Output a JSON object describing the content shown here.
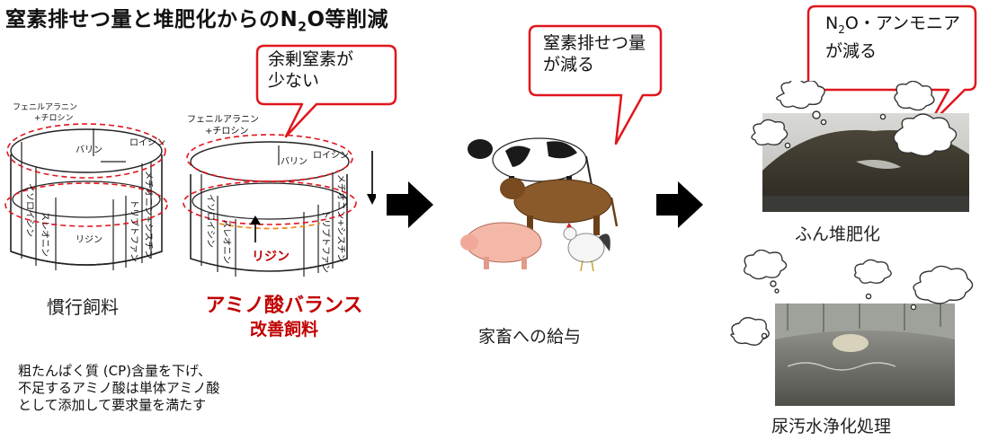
{
  "title": {
    "prefix": "窒素排せつ量と堆肥化からのN",
    "sub": "2",
    "suffix": "O等削減"
  },
  "callouts": {
    "surplus": [
      "余剰窒素が",
      "少ない"
    ],
    "excretion": [
      "窒素排せつ量",
      "が減る"
    ],
    "emission": {
      "line1_prefix": "N",
      "line1_sub": "2",
      "line1_suffix": "O・アンモニア",
      "line2": "が減る"
    }
  },
  "barrel_conventional": {
    "top_label": [
      "フェニルアラニン",
      "+チロシン"
    ],
    "staves": [
      "イソロイシン",
      "スレオニン",
      "リジン",
      "バリン",
      "ロイシン",
      "メチオニン+シスチン",
      "トリプトファン"
    ]
  },
  "barrel_improved": {
    "top_label": [
      "フェニルアラニン",
      "+チロシン"
    ],
    "staves": [
      "イソロイシン",
      "スレオニン",
      "リジン",
      "バリン",
      "ロイシン",
      "メチオニン+シスチン",
      "トリプトファン"
    ]
  },
  "labels": {
    "conventional_feed": "慣行飼料",
    "improved_feed_line1": "アミノ酸バランス",
    "improved_feed_line2": "改善飼料",
    "livestock_feeding": "家畜への給与",
    "manure_composting": "ふん堆肥化",
    "wastewater_treatment": "尿汚水浄化処理"
  },
  "note": [
    "粗たんぱく質 (CP)含量を下げ、",
    "不足するアミノ酸は単体アミノ酸",
    "として添加して要求量を満たす"
  ],
  "colors": {
    "accent_red": "#c00000",
    "callout_border": "#e0161d",
    "arrow": "#000000"
  }
}
